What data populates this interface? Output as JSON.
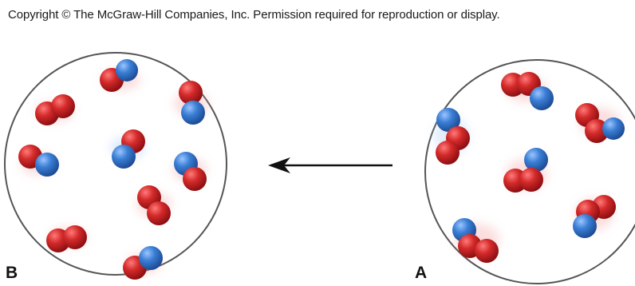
{
  "copyright": "Copyright © The McGraw-Hill Companies, Inc. Permission required for reproduction or display.",
  "labels": {
    "left_panel": "B",
    "right_panel": "A"
  },
  "colors": {
    "red_atom": "#d42a2a",
    "blue_atom": "#3a7fd5",
    "circle": "#555555",
    "arrow": "#111111"
  },
  "molecules": {
    "panel_b": [
      "red-blue",
      "red-red",
      "red-blue",
      "red-blue",
      "red-blue",
      "red-blue",
      "red-red",
      "red-red",
      "red-blue"
    ],
    "panel_a": [
      "red-red-blue",
      "blue-red-red",
      "red-red-blue",
      "red-red-blue",
      "blue-red-red",
      "red-red-blue"
    ]
  }
}
